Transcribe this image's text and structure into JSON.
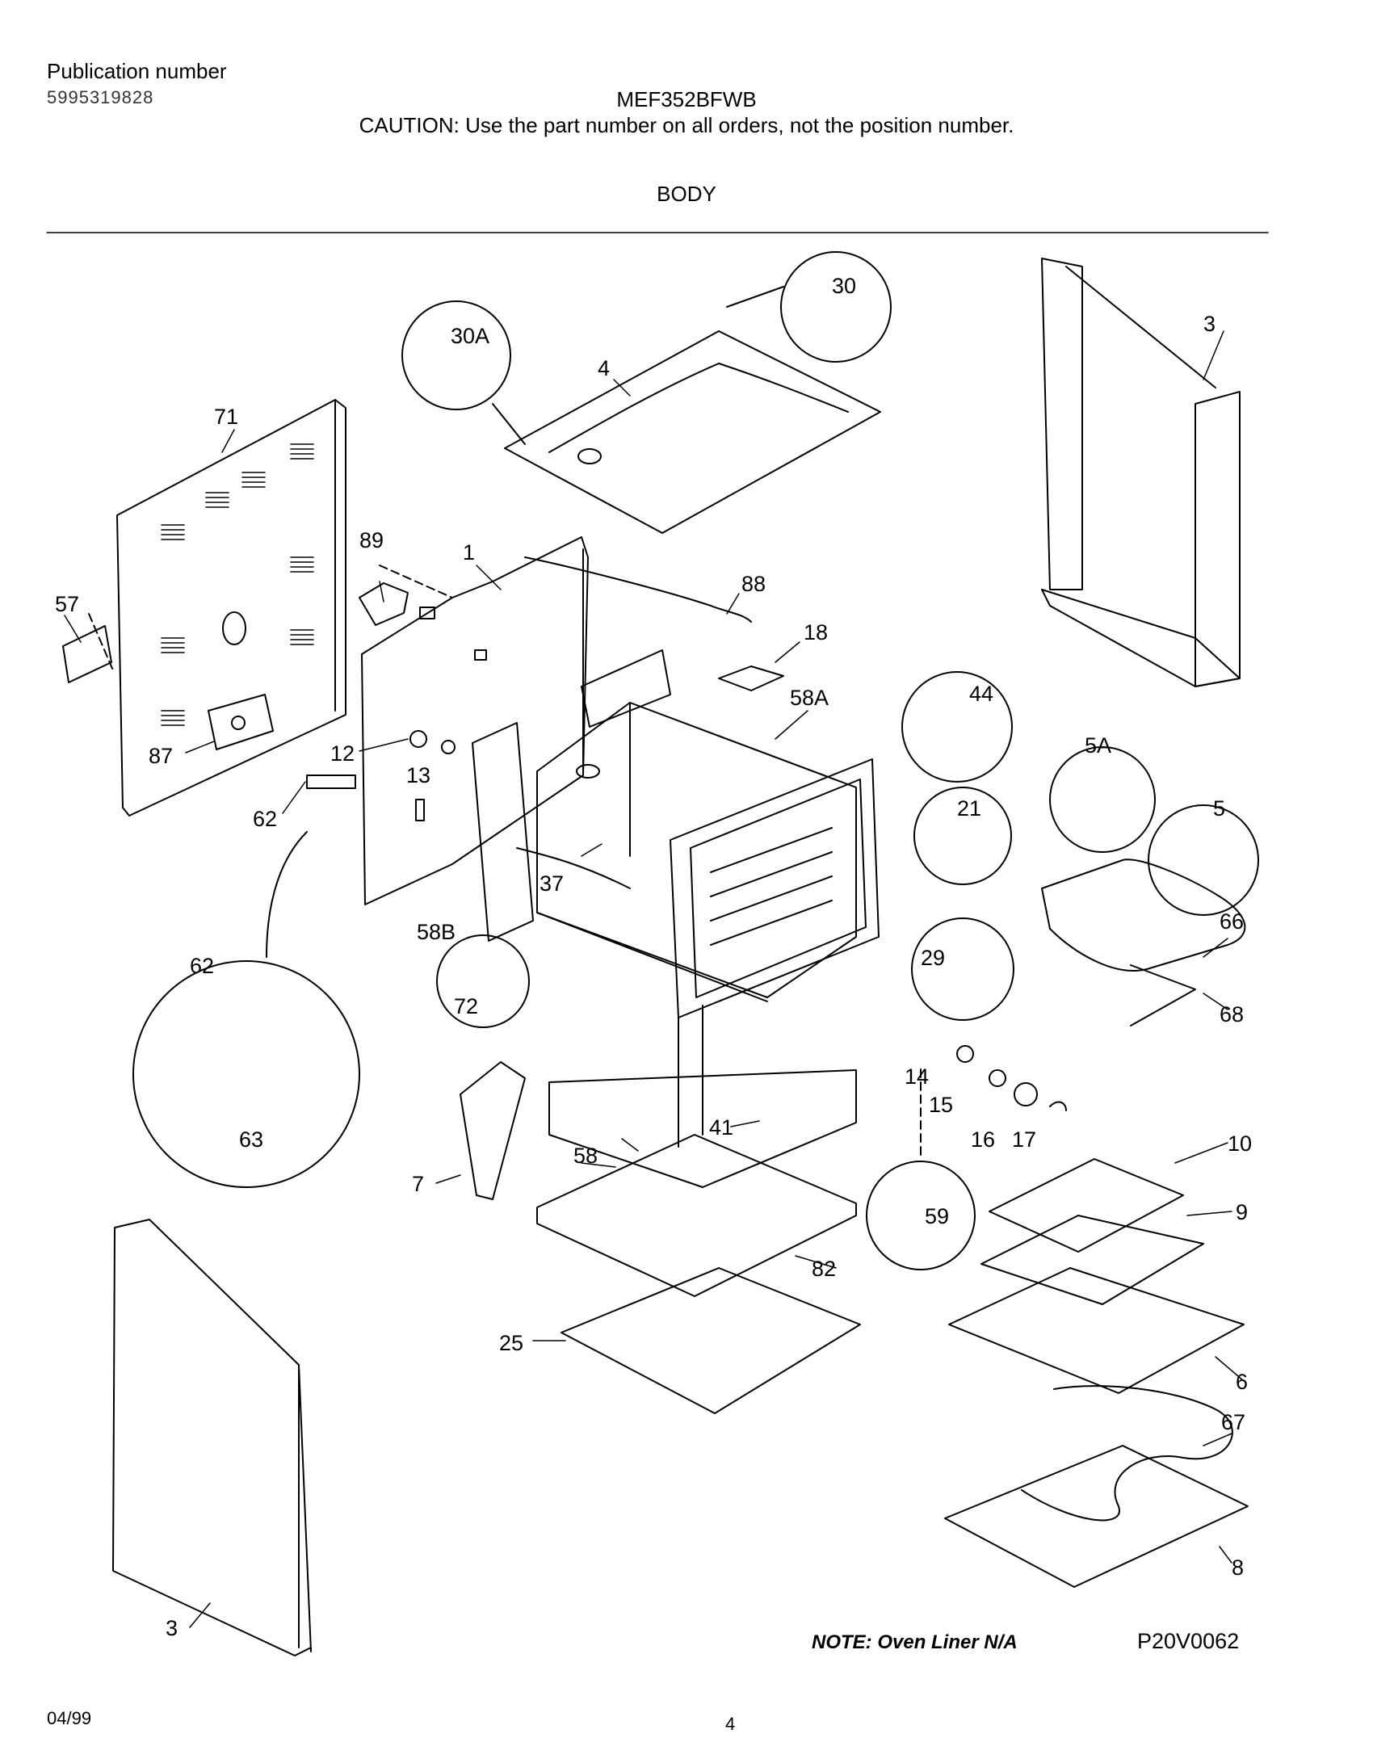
{
  "header": {
    "pub_label": "Publication number",
    "pub_number": "5995319828",
    "model": "MEF352BFWB",
    "caution": "CAUTION:  Use the part number on all orders, not the position number.",
    "section": "BODY"
  },
  "callouts": {
    "c1": "1",
    "c3a": "3",
    "c3b": "3",
    "c4": "4",
    "c5": "5",
    "c5a": "5A",
    "c6": "6",
    "c7": "7",
    "c8": "8",
    "c9": "9",
    "c10": "10",
    "c12": "12",
    "c13": "13",
    "c14": "14",
    "c15": "15",
    "c16": "16",
    "c17": "17",
    "c18": "18",
    "c21": "21",
    "c25": "25",
    "c29": "29",
    "c30": "30",
    "c30a": "30A",
    "c37": "37",
    "c41": "41",
    "c44": "44",
    "c57": "57",
    "c58": "58",
    "c58a": "58A",
    "c58b": "58B",
    "c59": "59",
    "c62a": "62",
    "c62b": "62",
    "c63": "63",
    "c66": "66",
    "c67": "67",
    "c68": "68",
    "c71": "71",
    "c72": "72",
    "c82": "82",
    "c87": "87",
    "c88": "88",
    "c89": "89"
  },
  "note": "NOTE:  Oven Liner N/A",
  "drawing_ref": "P20V0062",
  "footer": {
    "date": "04/99",
    "page": "4"
  }
}
